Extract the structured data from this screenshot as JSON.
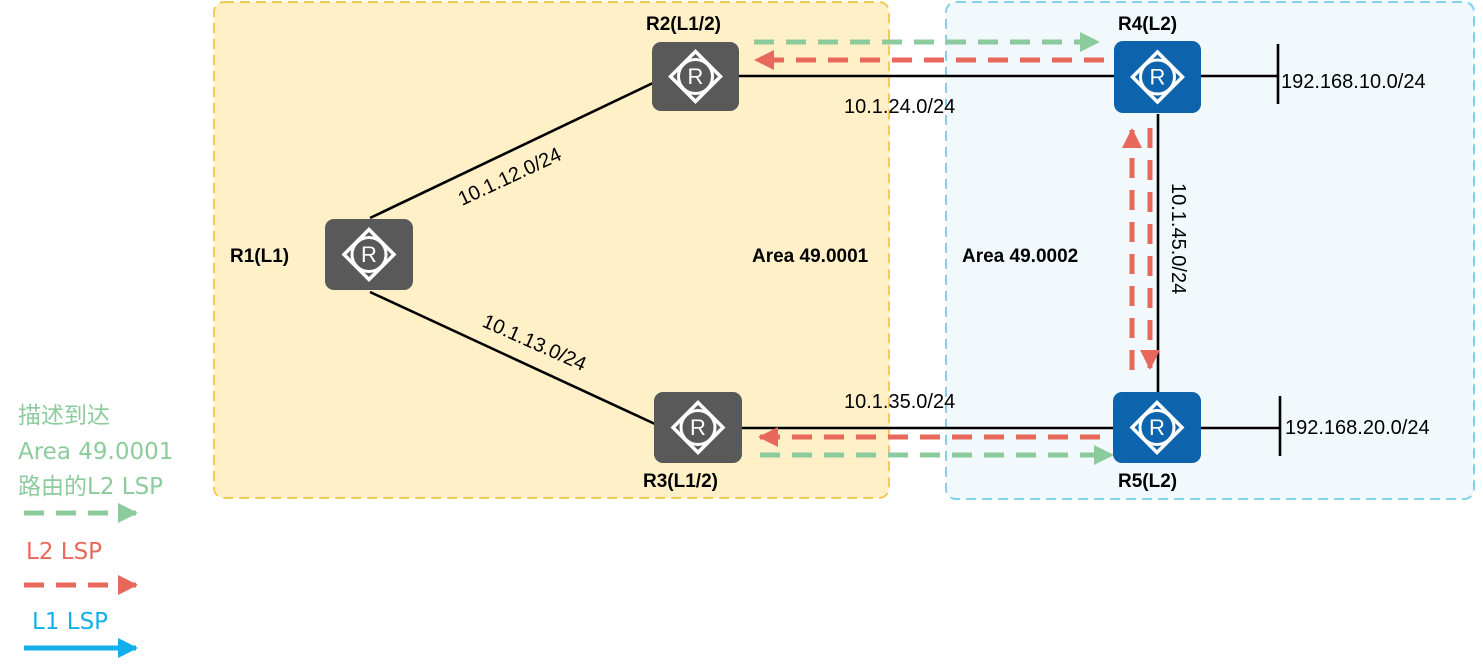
{
  "areas": [
    {
      "id": "area1",
      "label": "Area 49.0001",
      "fill": "#fff0c8",
      "stroke": "#f5c85a"
    },
    {
      "id": "area2",
      "label": "Area 49.0002",
      "fill": "#f2f9fd",
      "stroke": "#7fd3ea"
    }
  ],
  "routers": [
    {
      "id": "r1",
      "label": "R1(L1)",
      "style": "gray"
    },
    {
      "id": "r2",
      "label": "R2(L1/2)",
      "style": "gray"
    },
    {
      "id": "r3",
      "label": "R3(L1/2)",
      "style": "gray"
    },
    {
      "id": "r4",
      "label": "R4(L2)",
      "style": "blue"
    },
    {
      "id": "r5",
      "label": "R5(L2)",
      "style": "blue"
    }
  ],
  "router_glyph": "R",
  "links": [
    {
      "id": "r1-r2",
      "subnet": "10.1.12.0/24"
    },
    {
      "id": "r1-r3",
      "subnet": "10.1.13.0/24"
    },
    {
      "id": "r2-r4",
      "subnet": "10.1.24.0/24"
    },
    {
      "id": "r3-r5",
      "subnet": "10.1.35.0/24"
    },
    {
      "id": "r4-r5",
      "subnet": "10.1.45.0/24"
    }
  ],
  "networks": [
    {
      "id": "net-r4",
      "label": "192.168.10.0/24"
    },
    {
      "id": "net-r5",
      "label": "192.168.20.0/24"
    }
  ],
  "legend": {
    "green": {
      "lines": [
        "描述到达",
        "Area 49.0001",
        "路由的L2 LSP"
      ],
      "color": "#8ccc9c"
    },
    "red": {
      "label": "L2 LSP",
      "color": "#e8695c"
    },
    "blue": {
      "label": "L1 LSP",
      "color": "#12b0ea"
    }
  },
  "colors": {
    "router_gray": "#595959",
    "router_blue": "#0e63ad",
    "link": "#000000",
    "lsp_green": "#8ccc9c",
    "lsp_red": "#e8695c",
    "lsp_blue": "#12b0ea"
  }
}
